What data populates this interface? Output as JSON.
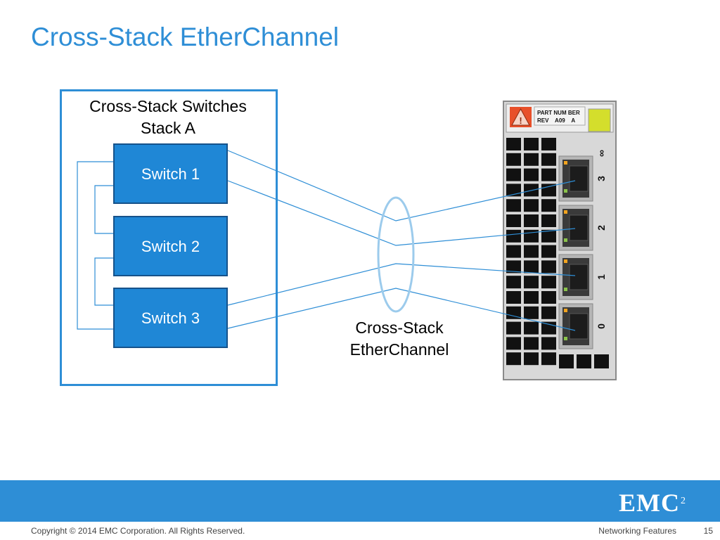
{
  "slide": {
    "title": "Cross-Stack EtherChannel",
    "page_number": "15"
  },
  "stack": {
    "heading_line1": "Cross-Stack Switches",
    "heading_line2": "Stack A",
    "switches": [
      "Switch 1",
      "Switch 2",
      "Switch 3"
    ]
  },
  "etherchannel": {
    "label_line1": "Cross-Stack",
    "label_line2": "EtherChannel"
  },
  "module": {
    "part_label_line1": "PART NUM BER",
    "part_label_line2": "REV    A09    A",
    "ports": [
      "3",
      "2",
      "1",
      "0"
    ]
  },
  "footer": {
    "copyright": "Copyright © 2014 EMC Corporation. All Rights Reserved.",
    "section": "Networking Features",
    "logo_text": "EMC",
    "logo_super": "2"
  },
  "colors": {
    "accent": "#2E8ED6",
    "switch_fill": "#1F87D6",
    "wire": "#2E8ED6",
    "channel_ellipse": "#9CCBEC"
  }
}
